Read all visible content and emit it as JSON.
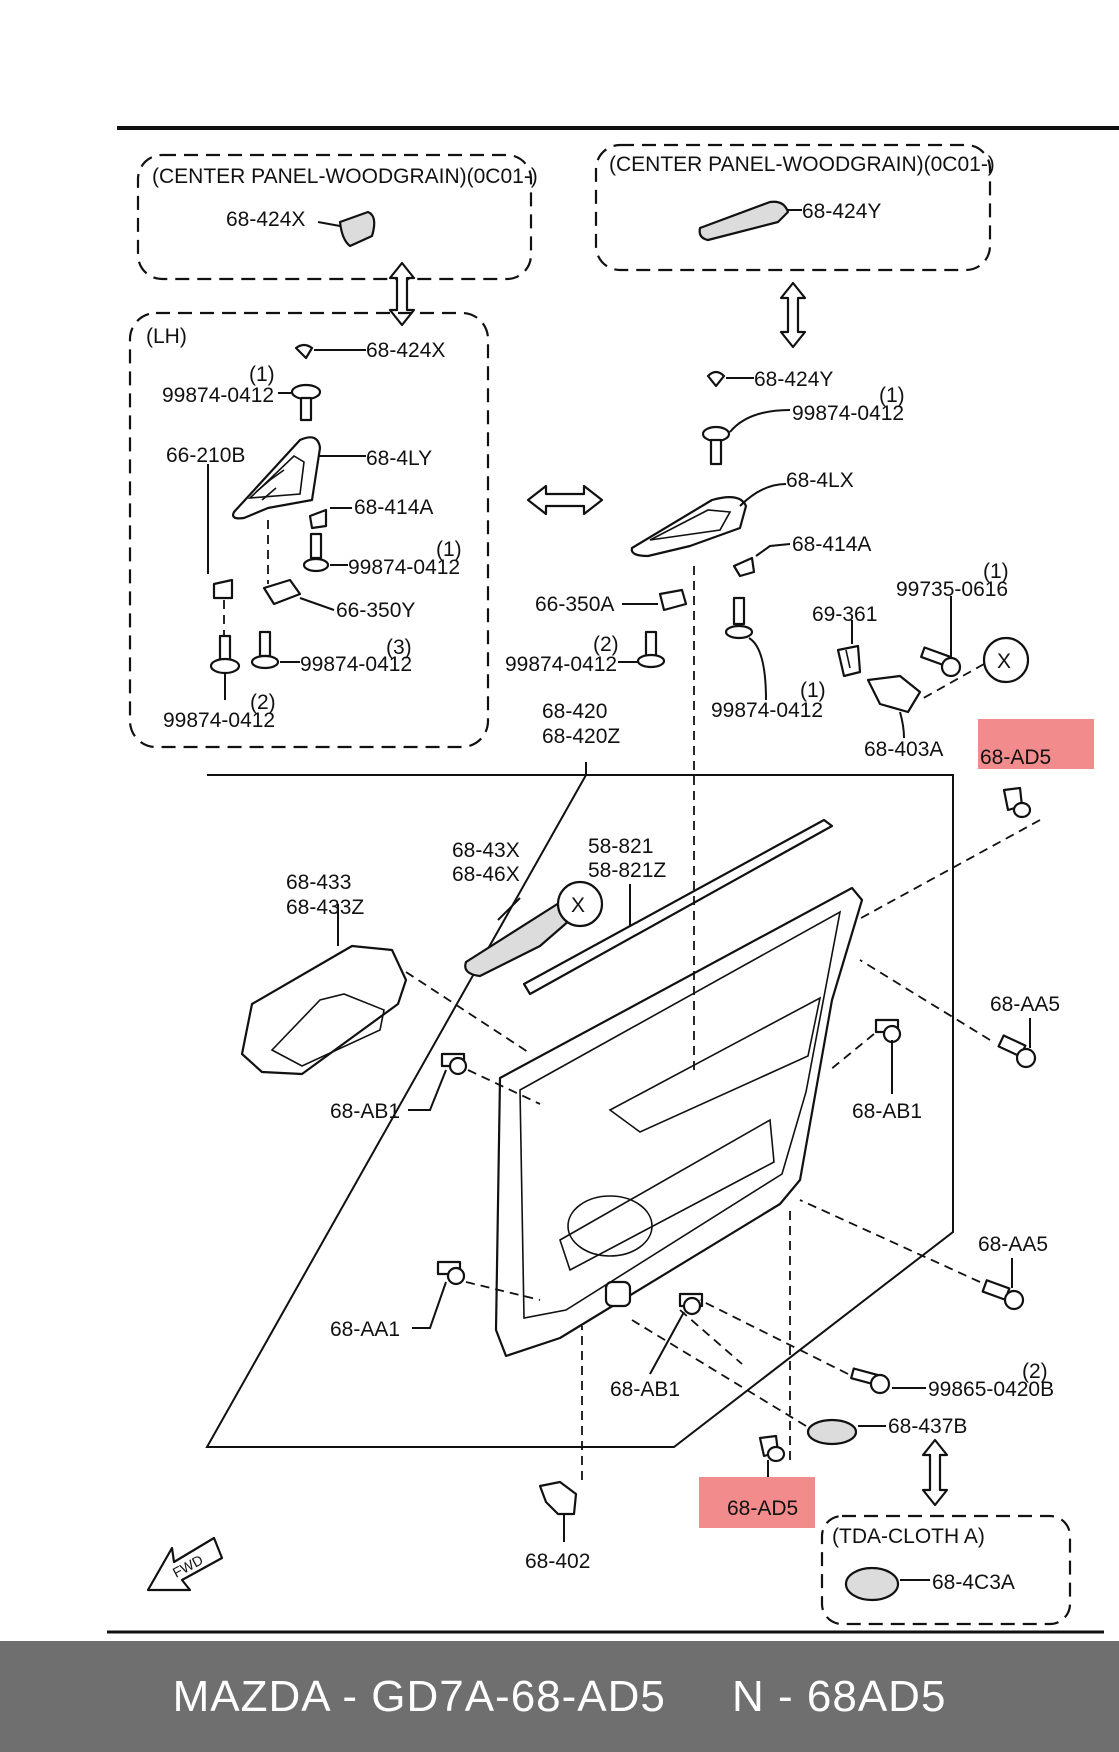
{
  "boxes": {
    "center_panel_left_title": "(CENTER PANEL-WOODGRAIN)(0C01-)",
    "center_panel_right_title": "(CENTER PANEL-WOODGRAIN)(0C01-)",
    "lh_title": "(LH)",
    "tda_title": "(TDA-CLOTH A)",
    "x_mark": "X"
  },
  "labels": {
    "l_68_424x_top": "68-424X",
    "l_68_424y_top": "68-424Y",
    "l_68_424x": "68-424X",
    "l_99874_lh1_qty": "(1)",
    "l_99874_lh1": "99874-0412",
    "l_66_210b": "66-210B",
    "l_68_4ly": "68-4LY",
    "l_68_414a_lh": "68-414A",
    "l_99874_lh2_qty": "(1)",
    "l_99874_lh2": "99874-0412",
    "l_66_350y": "66-350Y",
    "l_99874_lh3_qty": "(3)",
    "l_99874_lh3": "99874-0412",
    "l_99874_lh4_qty": "(2)",
    "l_99874_lh4": "99874-0412",
    "l_68_424y": "68-424Y",
    "l_99874_r1_qty": "(1)",
    "l_99874_r1": "99874-0412",
    "l_68_4lx": "68-4LX",
    "l_68_414a_r": "68-414A",
    "l_66_350a": "66-350A",
    "l_99874_r2_qty": "(2)",
    "l_99874_r2": "99874-0412",
    "l_99874_r3_qty": "(1)",
    "l_99874_r3": "99874-0412",
    "l_69_361": "69-361",
    "l_99735_qty": "(1)",
    "l_99735": "99735-0616",
    "l_68_403a": "68-403A",
    "l_68_420": "68-420",
    "l_68_420z": "68-420Z",
    "l_68_ad5_top": "68-AD5",
    "l_68_43x": "68-43X",
    "l_68_46x": "68-46X",
    "l_58_821": "58-821",
    "l_58_821z": "58-821Z",
    "l_68_433": "68-433",
    "l_68_433z": "68-433Z",
    "l_68_aa5_top": "68-AA5",
    "l_68_ab1_left": "68-AB1",
    "l_68_ab1_right": "68-AB1",
    "l_68_aa5_bot": "68-AA5",
    "l_68_aa1": "68-AA1",
    "l_68_ab1_bottom": "68-AB1",
    "l_99865_qty": "(2)",
    "l_99865": "99865-0420B",
    "l_68_437b": "68-437B",
    "l_68_ad5_bot": "68-AD5",
    "l_68_402": "68-402",
    "l_68_4c3a": "68-4C3A",
    "l_fwd": "FWD"
  },
  "highlight_color": "#f28b8b",
  "footer": {
    "text": "MAZDA - GD7A-68-AD5     N - 68AD5",
    "background": "#6f6f6f"
  }
}
